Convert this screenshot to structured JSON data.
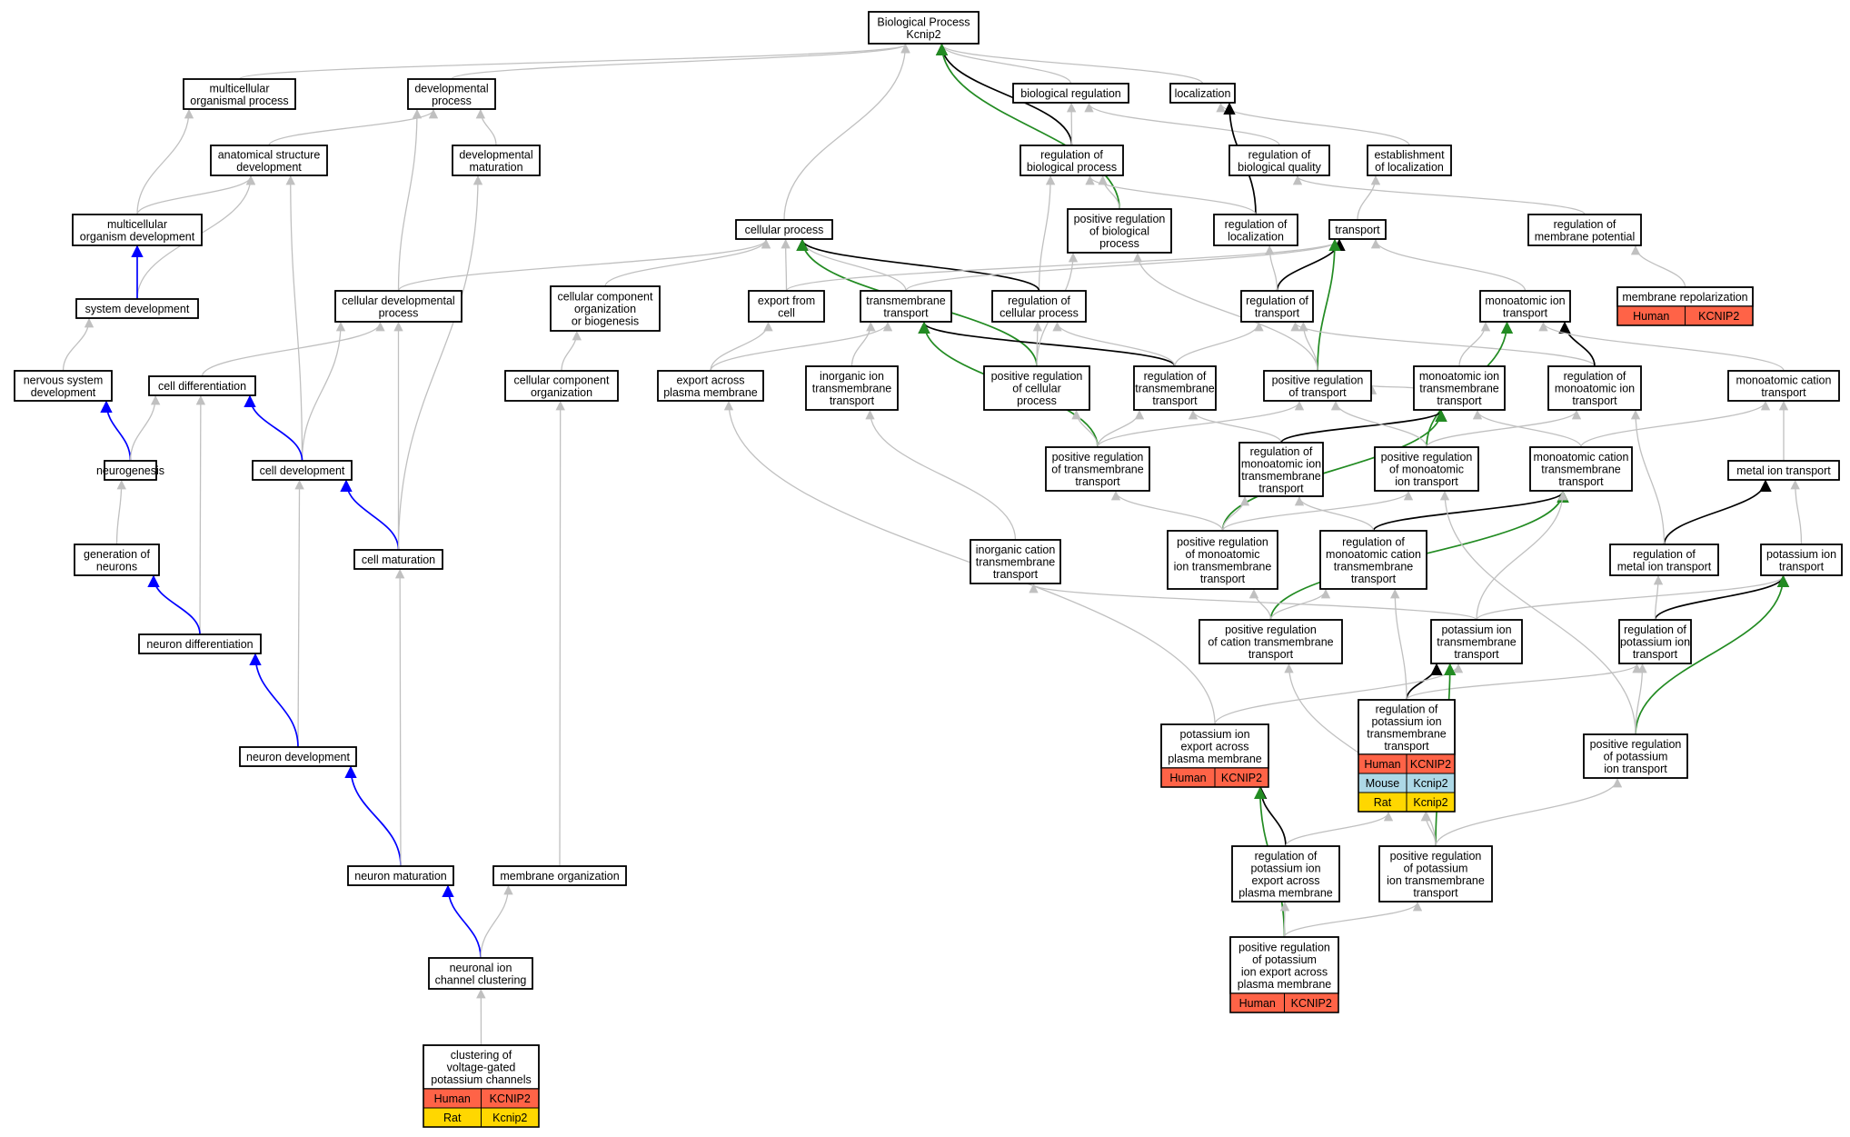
{
  "colors": {
    "human": "#ff6347",
    "mouse": "#add8e6",
    "rat": "#ffd700",
    "is_a": "#c0c0c0",
    "part_of": "#0000ff",
    "regulates": "#000000",
    "positively_regulates": "#228b22"
  },
  "nodes": {
    "bp": {
      "lines": [
        "Biological Process",
        "Kcnip2"
      ]
    },
    "mop": {
      "lines": [
        "multicellular",
        "organismal process"
      ]
    },
    "devp": {
      "lines": [
        "developmental",
        "process"
      ]
    },
    "bioreg": {
      "lines": [
        "biological regulation"
      ]
    },
    "loc": {
      "lines": [
        "localization"
      ]
    },
    "asd": {
      "lines": [
        "anatomical structure",
        "development"
      ]
    },
    "devmat": {
      "lines": [
        "developmental",
        "maturation"
      ]
    },
    "regbp": {
      "lines": [
        "regulation of",
        "biological process"
      ]
    },
    "regbq": {
      "lines": [
        "regulation of",
        "biological quality"
      ]
    },
    "estloc": {
      "lines": [
        "establishment",
        "of localization"
      ]
    },
    "mod": {
      "lines": [
        "multicellular",
        "organism development"
      ]
    },
    "cellp": {
      "lines": [
        "cellular process"
      ]
    },
    "posregbp": {
      "lines": [
        "positive regulation",
        "of biological",
        "process"
      ]
    },
    "regloc": {
      "lines": [
        "regulation of",
        "localization"
      ]
    },
    "transport": {
      "lines": [
        "transport"
      ]
    },
    "regmp": {
      "lines": [
        "regulation of",
        "membrane potential"
      ]
    },
    "sysdev": {
      "lines": [
        "system development"
      ]
    },
    "celldevp": {
      "lines": [
        "cellular developmental",
        "process"
      ]
    },
    "ccob": {
      "lines": [
        "cellular component",
        "organization",
        "or biogenesis"
      ]
    },
    "expfrom": {
      "lines": [
        "export from",
        "cell"
      ]
    },
    "tmt": {
      "lines": [
        "transmembrane",
        "transport"
      ]
    },
    "regcp": {
      "lines": [
        "regulation of",
        "cellular process"
      ]
    },
    "regtr": {
      "lines": [
        "regulation of",
        "transport"
      ]
    },
    "mait": {
      "lines": [
        "monoatomic ion",
        "transport"
      ]
    },
    "memrepol": {
      "lines": [
        "membrane repolarization"
      ],
      "genes": [
        [
          "Human",
          "KCNIP2"
        ]
      ]
    },
    "nsd": {
      "lines": [
        "nervous system",
        "development"
      ]
    },
    "celldiff": {
      "lines": [
        "cell differentiation"
      ]
    },
    "cco": {
      "lines": [
        "cellular component",
        "organization"
      ]
    },
    "expapm": {
      "lines": [
        "export across",
        "plasma membrane"
      ]
    },
    "iitt": {
      "lines": [
        "inorganic ion",
        "transmembrane",
        "transport"
      ]
    },
    "posregcp": {
      "lines": [
        "positive regulation",
        "of cellular",
        "process"
      ]
    },
    "regtmt": {
      "lines": [
        "regulation of",
        "transmembrane",
        "transport"
      ]
    },
    "posregtr": {
      "lines": [
        "positive regulation",
        "of transport"
      ]
    },
    "maitt": {
      "lines": [
        "monoatomic ion",
        "transmembrane",
        "transport"
      ]
    },
    "regmait": {
      "lines": [
        "regulation of",
        "monoatomic ion",
        "transport"
      ]
    },
    "mact": {
      "lines": [
        "monoatomic cation",
        "transport"
      ]
    },
    "neurog": {
      "lines": [
        "neurogenesis"
      ]
    },
    "celldev": {
      "lines": [
        "cell development"
      ]
    },
    "posregtmt": {
      "lines": [
        "positive regulation",
        "of transmembrane",
        "transport"
      ]
    },
    "regmaitt": {
      "lines": [
        "regulation of",
        "monoatomic ion",
        "transmembrane",
        "transport"
      ]
    },
    "posregmait": {
      "lines": [
        "positive regulation",
        "of monoatomic",
        "ion transport"
      ]
    },
    "mactt": {
      "lines": [
        "monoatomic cation",
        "transmembrane",
        "transport"
      ]
    },
    "metalit": {
      "lines": [
        "metal ion transport"
      ]
    },
    "genneur": {
      "lines": [
        "generation of",
        "neurons"
      ]
    },
    "cellmat": {
      "lines": [
        "cell maturation"
      ]
    },
    "ictt": {
      "lines": [
        "inorganic cation",
        "transmembrane",
        "transport"
      ]
    },
    "posregmaitt": {
      "lines": [
        "positive regulation",
        "of monoatomic",
        "ion transmembrane",
        "transport"
      ]
    },
    "regmactt": {
      "lines": [
        "regulation of",
        "monoatomic cation",
        "transmembrane",
        "transport"
      ]
    },
    "regmetal": {
      "lines": [
        "regulation of",
        "metal ion transport"
      ]
    },
    "kit": {
      "lines": [
        "potassium ion",
        "transport"
      ]
    },
    "neurdiff": {
      "lines": [
        "neuron differentiation"
      ]
    },
    "posregctt": {
      "lines": [
        "positive regulation",
        "of cation transmembrane",
        "transport"
      ]
    },
    "kitt": {
      "lines": [
        "potassium ion",
        "transmembrane",
        "transport"
      ]
    },
    "regkit": {
      "lines": [
        "regulation of",
        "potassium ion",
        "transport"
      ]
    },
    "regkitt": {
      "lines": [
        "regulation of",
        "potassium ion",
        "transmembrane",
        "transport"
      ],
      "genes": [
        [
          "Human",
          "KCNIP2"
        ],
        [
          "Mouse",
          "Kcnip2"
        ],
        [
          "Rat",
          "Kcnip2"
        ]
      ]
    },
    "kiexp": {
      "lines": [
        "potassium ion",
        "export across",
        "plasma membrane"
      ],
      "genes": [
        [
          "Human",
          "KCNIP2"
        ]
      ]
    },
    "posregkit": {
      "lines": [
        "positive regulation",
        "of potassium",
        "ion transport"
      ]
    },
    "neurdev": {
      "lines": [
        "neuron development"
      ]
    },
    "neurmat": {
      "lines": [
        "neuron maturation"
      ]
    },
    "memorg": {
      "lines": [
        "membrane organization"
      ]
    },
    "regkiexp": {
      "lines": [
        "regulation of",
        "potassium ion",
        "export across",
        "plasma membrane"
      ]
    },
    "posregkitt": {
      "lines": [
        "positive regulation",
        "of potassium",
        "ion transmembrane",
        "transport"
      ]
    },
    "nicc": {
      "lines": [
        "neuronal ion",
        "channel clustering"
      ]
    },
    "posregkiexp": {
      "lines": [
        "positive regulation",
        "of potassium",
        "ion export across",
        "plasma membrane"
      ],
      "genes": [
        [
          "Human",
          "KCNIP2"
        ]
      ]
    },
    "cvgkc": {
      "lines": [
        "clustering of",
        "voltage-gated",
        "potassium channels"
      ],
      "genes": [
        [
          "Human",
          "KCNIP2"
        ],
        [
          "Rat",
          "Kcnip2"
        ]
      ]
    }
  },
  "edges": [
    [
      "mop",
      "bp",
      "is_a"
    ],
    [
      "devp",
      "bp",
      "is_a"
    ],
    [
      "cellp",
      "bp",
      "is_a"
    ],
    [
      "bioreg",
      "bp",
      "is_a"
    ],
    [
      "loc",
      "bp",
      "is_a"
    ],
    [
      "regbp",
      "bp",
      "regulates"
    ],
    [
      "posregbp",
      "bp",
      "positively_regulates"
    ],
    [
      "asd",
      "devp",
      "is_a"
    ],
    [
      "devmat",
      "devp",
      "is_a"
    ],
    [
      "celldevp",
      "devp",
      "is_a"
    ],
    [
      "regbp",
      "bioreg",
      "is_a"
    ],
    [
      "regbq",
      "bioreg",
      "is_a"
    ],
    [
      "estloc",
      "loc",
      "is_a"
    ],
    [
      "regloc",
      "loc",
      "regulates"
    ],
    [
      "mod",
      "mop",
      "is_a"
    ],
    [
      "mod",
      "asd",
      "is_a"
    ],
    [
      "sysdev",
      "asd",
      "is_a"
    ],
    [
      "celldev",
      "asd",
      "is_a"
    ],
    [
      "posregbp",
      "regbp",
      "is_a"
    ],
    [
      "regcp",
      "regbp",
      "is_a"
    ],
    [
      "regloc",
      "regbp",
      "is_a"
    ],
    [
      "transport",
      "estloc",
      "is_a"
    ],
    [
      "regmp",
      "regbq",
      "is_a"
    ],
    [
      "memrepol",
      "regmp",
      "is_a"
    ],
    [
      "sysdev",
      "mod",
      "part_of"
    ],
    [
      "nsd",
      "sysdev",
      "is_a"
    ],
    [
      "celldevp",
      "cellp",
      "is_a"
    ],
    [
      "ccob",
      "cellp",
      "is_a"
    ],
    [
      "expfrom",
      "cellp",
      "is_a"
    ],
    [
      "tmt",
      "cellp",
      "is_a"
    ],
    [
      "regcp",
      "cellp",
      "regulates"
    ],
    [
      "posregcp",
      "cellp",
      "positively_regulates"
    ],
    [
      "expfrom",
      "transport",
      "is_a"
    ],
    [
      "tmt",
      "transport",
      "is_a"
    ],
    [
      "mait",
      "transport",
      "is_a"
    ],
    [
      "regtr",
      "transport",
      "regulates"
    ],
    [
      "posregtr",
      "transport",
      "positively_regulates"
    ],
    [
      "regtr",
      "regloc",
      "is_a"
    ],
    [
      "celldiff",
      "celldevp",
      "is_a"
    ],
    [
      "celldev",
      "celldevp",
      "is_a"
    ],
    [
      "cellmat",
      "celldevp",
      "is_a"
    ],
    [
      "cco",
      "ccob",
      "is_a"
    ],
    [
      "expapm",
      "expfrom",
      "is_a"
    ],
    [
      "expapm",
      "tmt",
      "is_a"
    ],
    [
      "iitt",
      "tmt",
      "is_a"
    ],
    [
      "regtmt",
      "tmt",
      "regulates"
    ],
    [
      "posregtmt",
      "tmt",
      "positively_regulates"
    ],
    [
      "posregcp",
      "regcp",
      "is_a"
    ],
    [
      "regtmt",
      "regcp",
      "is_a"
    ],
    [
      "posregcp",
      "posregbp",
      "is_a"
    ],
    [
      "posregtr",
      "posregbp",
      "is_a"
    ],
    [
      "regtmt",
      "regtr",
      "is_a"
    ],
    [
      "posregtr",
      "regtr",
      "is_a"
    ],
    [
      "regmait",
      "regtr",
      "is_a"
    ],
    [
      "maitt",
      "mait",
      "is_a"
    ],
    [
      "regmait",
      "mait",
      "regulates"
    ],
    [
      "posregmait",
      "mait",
      "positively_regulates"
    ],
    [
      "mact",
      "mait",
      "is_a"
    ],
    [
      "neurog",
      "nsd",
      "part_of"
    ],
    [
      "neurog",
      "celldiff",
      "is_a"
    ],
    [
      "celldev",
      "celldiff",
      "part_of"
    ],
    [
      "neurdiff",
      "celldiff",
      "is_a"
    ],
    [
      "posregtmt",
      "posregcp",
      "is_a"
    ],
    [
      "posregtmt",
      "regtmt",
      "is_a"
    ],
    [
      "posregtmt",
      "posregtr",
      "is_a"
    ],
    [
      "regmaitt",
      "regtmt",
      "is_a"
    ],
    [
      "regmaitt",
      "maitt",
      "regulates"
    ],
    [
      "posregmaitt",
      "maitt",
      "positively_regulates"
    ],
    [
      "maitt",
      "posregtr",
      "is_a"
    ],
    [
      "posregmait",
      "posregtr",
      "is_a"
    ],
    [
      "posregmait",
      "regmait",
      "is_a"
    ],
    [
      "mactt",
      "maitt",
      "is_a"
    ],
    [
      "mactt",
      "mact",
      "is_a"
    ],
    [
      "metalit",
      "mact",
      "is_a"
    ],
    [
      "genneur",
      "neurog",
      "is_a"
    ],
    [
      "cellmat",
      "celldev",
      "part_of"
    ],
    [
      "cellmat",
      "devmat",
      "is_a"
    ],
    [
      "ictt",
      "iitt",
      "is_a"
    ],
    [
      "posregmaitt",
      "posregtmt",
      "is_a"
    ],
    [
      "posregmaitt",
      "regmaitt",
      "is_a"
    ],
    [
      "posregmaitt",
      "posregmait",
      "is_a"
    ],
    [
      "regmactt",
      "mactt",
      "regulates"
    ],
    [
      "regmactt",
      "regmaitt",
      "is_a"
    ],
    [
      "posregctt",
      "mactt",
      "positively_regulates"
    ],
    [
      "regmetal",
      "metalit",
      "regulates"
    ],
    [
      "regmetal",
      "regmait",
      "is_a"
    ],
    [
      "kit",
      "metalit",
      "is_a"
    ],
    [
      "neurdiff",
      "genneur",
      "part_of"
    ],
    [
      "neurdev",
      "celldev",
      "is_a"
    ],
    [
      "neurdev",
      "neurdiff",
      "part_of"
    ],
    [
      "posregctt",
      "posregmaitt",
      "is_a"
    ],
    [
      "posregctt",
      "regmactt",
      "is_a"
    ],
    [
      "kitt",
      "ictt",
      "is_a"
    ],
    [
      "kitt",
      "mactt",
      "is_a"
    ],
    [
      "kitt",
      "kit",
      "is_a"
    ],
    [
      "regkit",
      "kit",
      "regulates"
    ],
    [
      "regkit",
      "regmetal",
      "is_a"
    ],
    [
      "regkitt",
      "kitt",
      "regulates"
    ],
    [
      "regkitt",
      "regkit",
      "is_a"
    ],
    [
      "regkitt",
      "regmactt",
      "is_a"
    ],
    [
      "kiexp",
      "kitt",
      "is_a"
    ],
    [
      "kiexp",
      "expapm",
      "is_a"
    ],
    [
      "posregkit",
      "kit",
      "positively_regulates"
    ],
    [
      "posregkit",
      "regkit",
      "is_a"
    ],
    [
      "posregkit",
      "posregmait",
      "is_a"
    ],
    [
      "neurmat",
      "neurdev",
      "part_of"
    ],
    [
      "neurmat",
      "cellmat",
      "is_a"
    ],
    [
      "regkiexp",
      "kiexp",
      "regulates"
    ],
    [
      "regkiexp",
      "regkitt",
      "is_a"
    ],
    [
      "posregkitt",
      "kitt",
      "positively_regulates"
    ],
    [
      "posregkitt",
      "regkitt",
      "is_a"
    ],
    [
      "posregkitt",
      "posregctt",
      "is_a"
    ],
    [
      "posregkitt",
      "posregkit",
      "is_a"
    ],
    [
      "nicc",
      "neurmat",
      "part_of"
    ],
    [
      "nicc",
      "memorg",
      "is_a"
    ],
    [
      "memorg",
      "cco",
      "is_a"
    ],
    [
      "posregkiexp",
      "kiexp",
      "positively_regulates"
    ],
    [
      "posregkiexp",
      "regkiexp",
      "is_a"
    ],
    [
      "posregkiexp",
      "posregkitt",
      "is_a"
    ],
    [
      "cvgkc",
      "nicc",
      "is_a"
    ]
  ]
}
